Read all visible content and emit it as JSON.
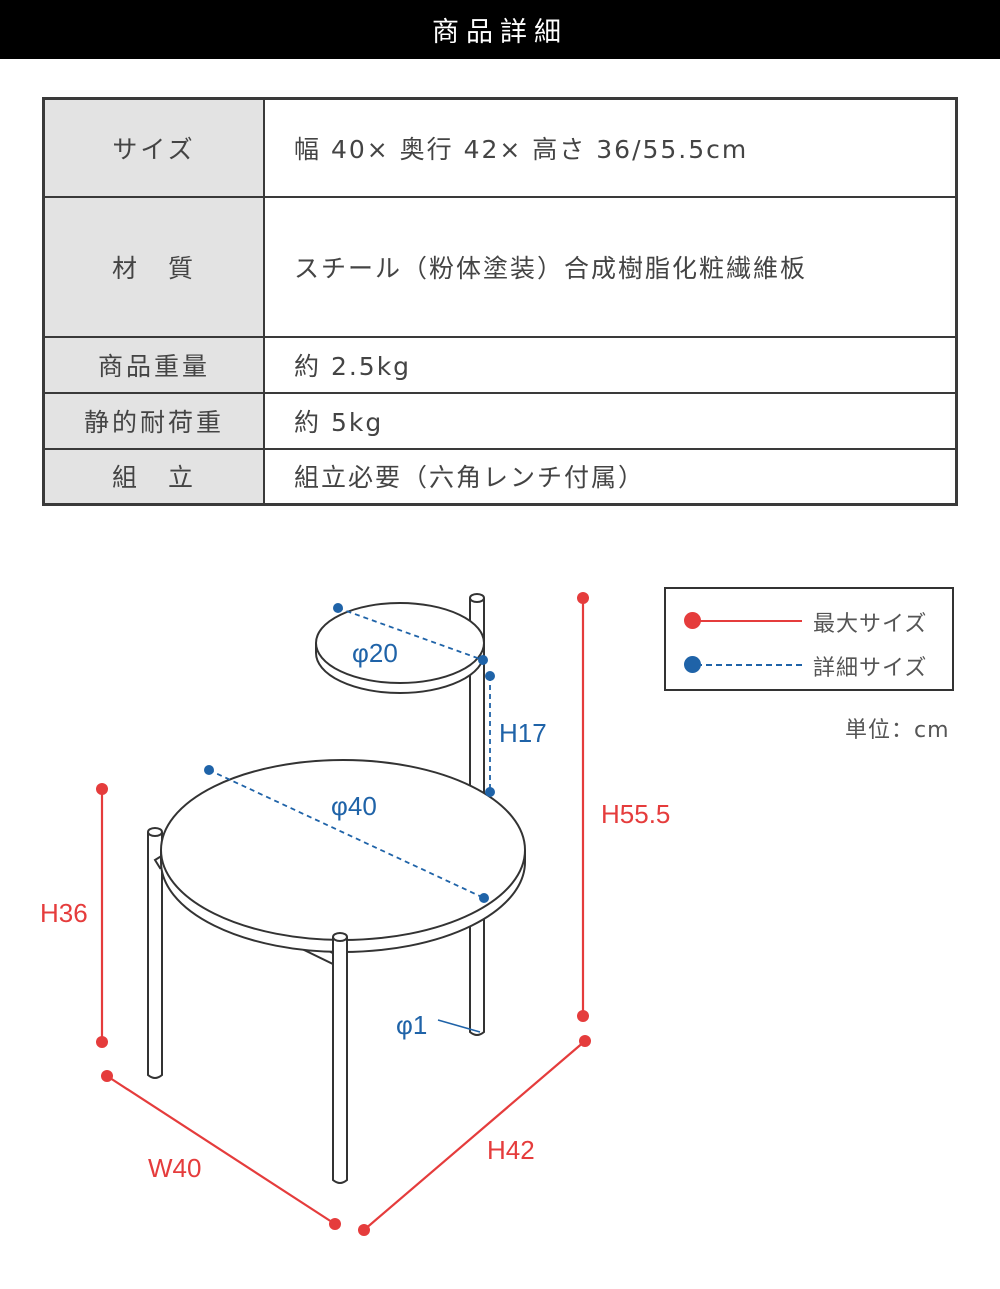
{
  "header": {
    "title": "商品詳細"
  },
  "spec_table": {
    "rows": [
      {
        "label": "サイズ",
        "value": "幅 40× 奥行 42× 高さ 36/55.5cm"
      },
      {
        "label": "材　質",
        "value": "スチール（粉体塗装）合成樹脂化粧繊維板"
      },
      {
        "label": "商品重量",
        "value": "約 2.5kg"
      },
      {
        "label": "静的耐荷重",
        "value": "約 5kg"
      },
      {
        "label": "組　立",
        "value": "組立必要（六角レンチ付属）"
      }
    ]
  },
  "legend": {
    "max_size_label": "最大サイズ",
    "detail_size_label": "詳細サイズ",
    "unit_label": "単位：cm"
  },
  "dimensions": {
    "top_diameter": "φ20",
    "main_diameter": "φ40",
    "leg_diameter": "φ1",
    "top_offset_height": "H17",
    "total_height": "H55.5",
    "table_height": "H36",
    "width": "W40",
    "depth": "H42"
  },
  "colors": {
    "max_size": "#e53c3c",
    "detail_size": "#1f63a8",
    "outline": "#333333",
    "label_bg": "#e3e3e3"
  }
}
